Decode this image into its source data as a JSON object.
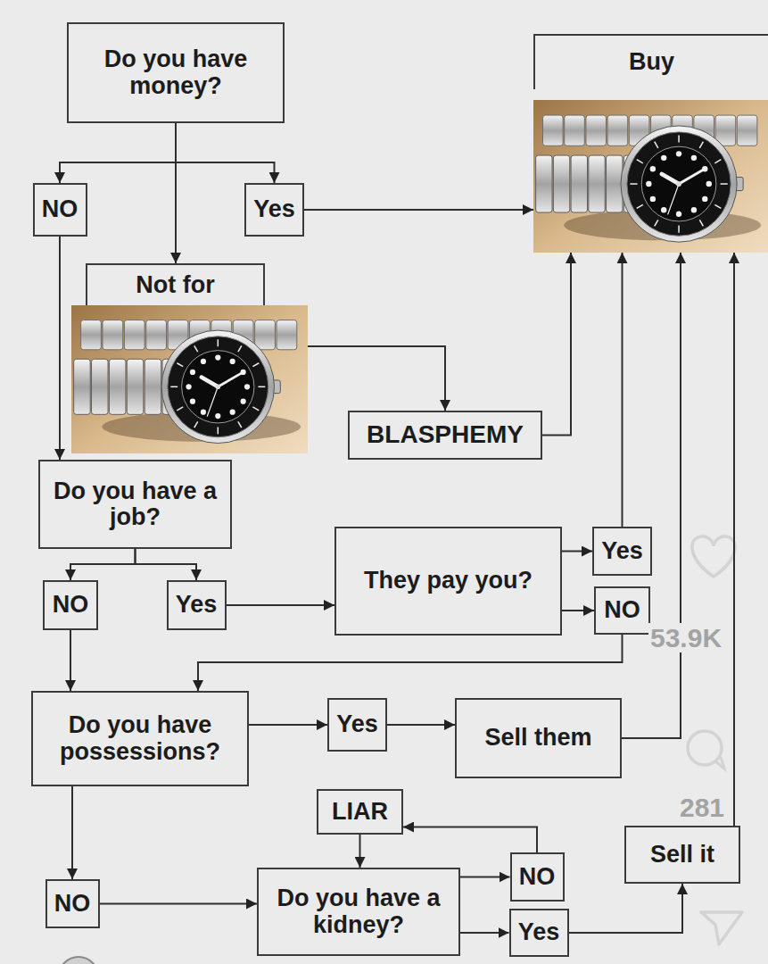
{
  "diagram": {
    "nodes": [
      {
        "text": [
          "Do you have money?"
        ]
      },
      {
        "text": [
          "Buy"
        ]
      },
      {
        "text": [
          "NO"
        ]
      },
      {
        "text": [
          "Yes"
        ]
      },
      {
        "text": [
          "Not for"
        ]
      },
      {
        "text": [
          "BLASPHEMY"
        ]
      },
      {
        "text": [
          "Do you have a job?"
        ]
      },
      {
        "text": [
          "NO"
        ]
      },
      {
        "text": [
          "Yes"
        ]
      },
      {
        "text": [
          "They pay you?"
        ]
      },
      {
        "text": [
          "Yes"
        ]
      },
      {
        "text": [
          "NO"
        ]
      },
      {
        "text": [
          "Do you have possessions?"
        ]
      },
      {
        "text": [
          "Yes"
        ]
      },
      {
        "text": [
          "Sell them"
        ]
      },
      {
        "text": [
          "LIAR"
        ]
      },
      {
        "text": [
          "Sell it"
        ]
      },
      {
        "text": [
          "NO"
        ]
      },
      {
        "text": [
          "Do you have a kidney?"
        ]
      },
      {
        "text": [
          "NO"
        ]
      },
      {
        "text": [
          "Yes"
        ]
      }
    ],
    "edges": [
      {
        "from": 0,
        "to": 2,
        "arrow": "to"
      },
      {
        "from": 0,
        "to": 3,
        "arrow": "to"
      },
      {
        "from": 0,
        "to": 4,
        "arrow": "to"
      },
      {
        "from": 3,
        "to": 1,
        "arrow": "to"
      },
      {
        "from": 4,
        "to": 5,
        "arrow": "to"
      },
      {
        "from": 5,
        "to": 1,
        "arrow": "to"
      },
      {
        "from": 2,
        "to": 6,
        "arrow": "to"
      },
      {
        "from": 6,
        "to": 7,
        "arrow": "to"
      },
      {
        "from": 6,
        "to": 8,
        "arrow": "to"
      },
      {
        "from": 8,
        "to": 9,
        "arrow": "to"
      },
      {
        "from": 9,
        "to": 10,
        "arrow": "to"
      },
      {
        "from": 9,
        "to": 11,
        "arrow": "to"
      },
      {
        "from": 10,
        "to": 1,
        "arrow": "to"
      },
      {
        "from": 7,
        "to": 12,
        "arrow": "to"
      },
      {
        "from": 11,
        "to": 12,
        "arrow": "to"
      },
      {
        "from": 12,
        "to": 13,
        "arrow": "to"
      },
      {
        "from": 13,
        "to": 14,
        "arrow": "to"
      },
      {
        "from": 14,
        "to": 1,
        "arrow": "to"
      },
      {
        "from": 12,
        "to": 17,
        "arrow": "to"
      },
      {
        "from": 17,
        "to": 18,
        "arrow": "to"
      },
      {
        "from": 18,
        "to": 19,
        "arrow": "to"
      },
      {
        "from": 18,
        "to": 20,
        "arrow": "to"
      },
      {
        "from": 19,
        "to": 15,
        "arrow": "to"
      },
      {
        "from": 15,
        "to": 18,
        "arrow": "to"
      },
      {
        "from": 20,
        "to": 16,
        "arrow": "to"
      },
      {
        "from": 16,
        "to": 1,
        "arrow": "to"
      }
    ],
    "labels": [
      "53.9K",
      "281"
    ]
  }
}
